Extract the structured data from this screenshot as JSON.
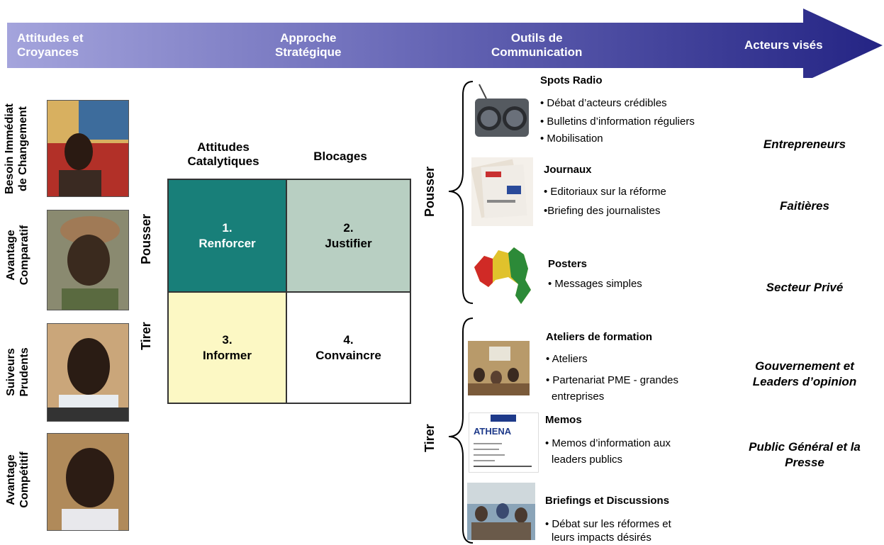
{
  "header": {
    "col1": [
      "Attitudes et",
      "Croyances"
    ],
    "col2": [
      "Approche",
      "Stratégique"
    ],
    "col3": [
      "Outils de",
      "Communication"
    ],
    "col4": "Acteurs visés",
    "colors": {
      "arrow_dark": "#2e2e8a",
      "arrow_light": "#9b9bd6"
    }
  },
  "attitudes": [
    {
      "lines": [
        "Besoin Immédiat",
        "de Changement"
      ]
    },
    {
      "lines": [
        "Avantage",
        "Comparatif"
      ]
    },
    {
      "lines": [
        "Suiveurs",
        "Prudents"
      ]
    },
    {
      "lines": [
        "Avantage",
        "Compétitif"
      ]
    }
  ],
  "matrix": {
    "col_headers": [
      [
        "Attitudes",
        "Catalytiques"
      ],
      [
        "Blocages"
      ]
    ],
    "row_headers": [
      "Pousser",
      "Tirer"
    ],
    "cells": [
      {
        "number": "1.",
        "label": "Renforcer",
        "color": "#187f79"
      },
      {
        "number": "2.",
        "label": "Justifier",
        "color": "#b8cfc2"
      },
      {
        "number": "3.",
        "label": "Informer",
        "color": "#fcf8c4"
      },
      {
        "number": "4.",
        "label": "Convaincre",
        "color": "#ffffff"
      }
    ]
  },
  "tools": {
    "group_labels": [
      "Pousser",
      "Tirer"
    ],
    "items": [
      {
        "title": "Spots Radio",
        "bullets": [
          "• Débat d’acteurs crédibles",
          "• Bulletins d’information réguliers",
          "• Mobilisation"
        ]
      },
      {
        "title": "Journaux",
        "bullets": [
          "• Editoriaux sur la réforme",
          "•Briefing des journalistes"
        ]
      },
      {
        "title": "Posters",
        "bullets": [
          "• Messages simples"
        ]
      },
      {
        "title": "Ateliers de formation",
        "bullets": [
          "• Ateliers",
          "• Partenariat PME - grandes",
          "entreprises"
        ]
      },
      {
        "title": "Memos",
        "bullets": [
          "• Memos d’information aux",
          "leaders publics"
        ]
      },
      {
        "title": "Briefings et Discussions",
        "bullets": [
          "• Débat sur les réformes et",
          "leurs impacts désirés"
        ]
      }
    ],
    "thumb_text": {
      "memo_logo": "ATHENA"
    }
  },
  "actors": [
    {
      "lines": [
        "Entrepreneurs"
      ]
    },
    {
      "lines": [
        "Faitières"
      ]
    },
    {
      "lines": [
        "Secteur Privé"
      ]
    },
    {
      "lines": [
        "Gouvernement et",
        "Leaders d’opinion"
      ]
    },
    {
      "lines": [
        "Public Général et la",
        "Presse"
      ]
    }
  ]
}
